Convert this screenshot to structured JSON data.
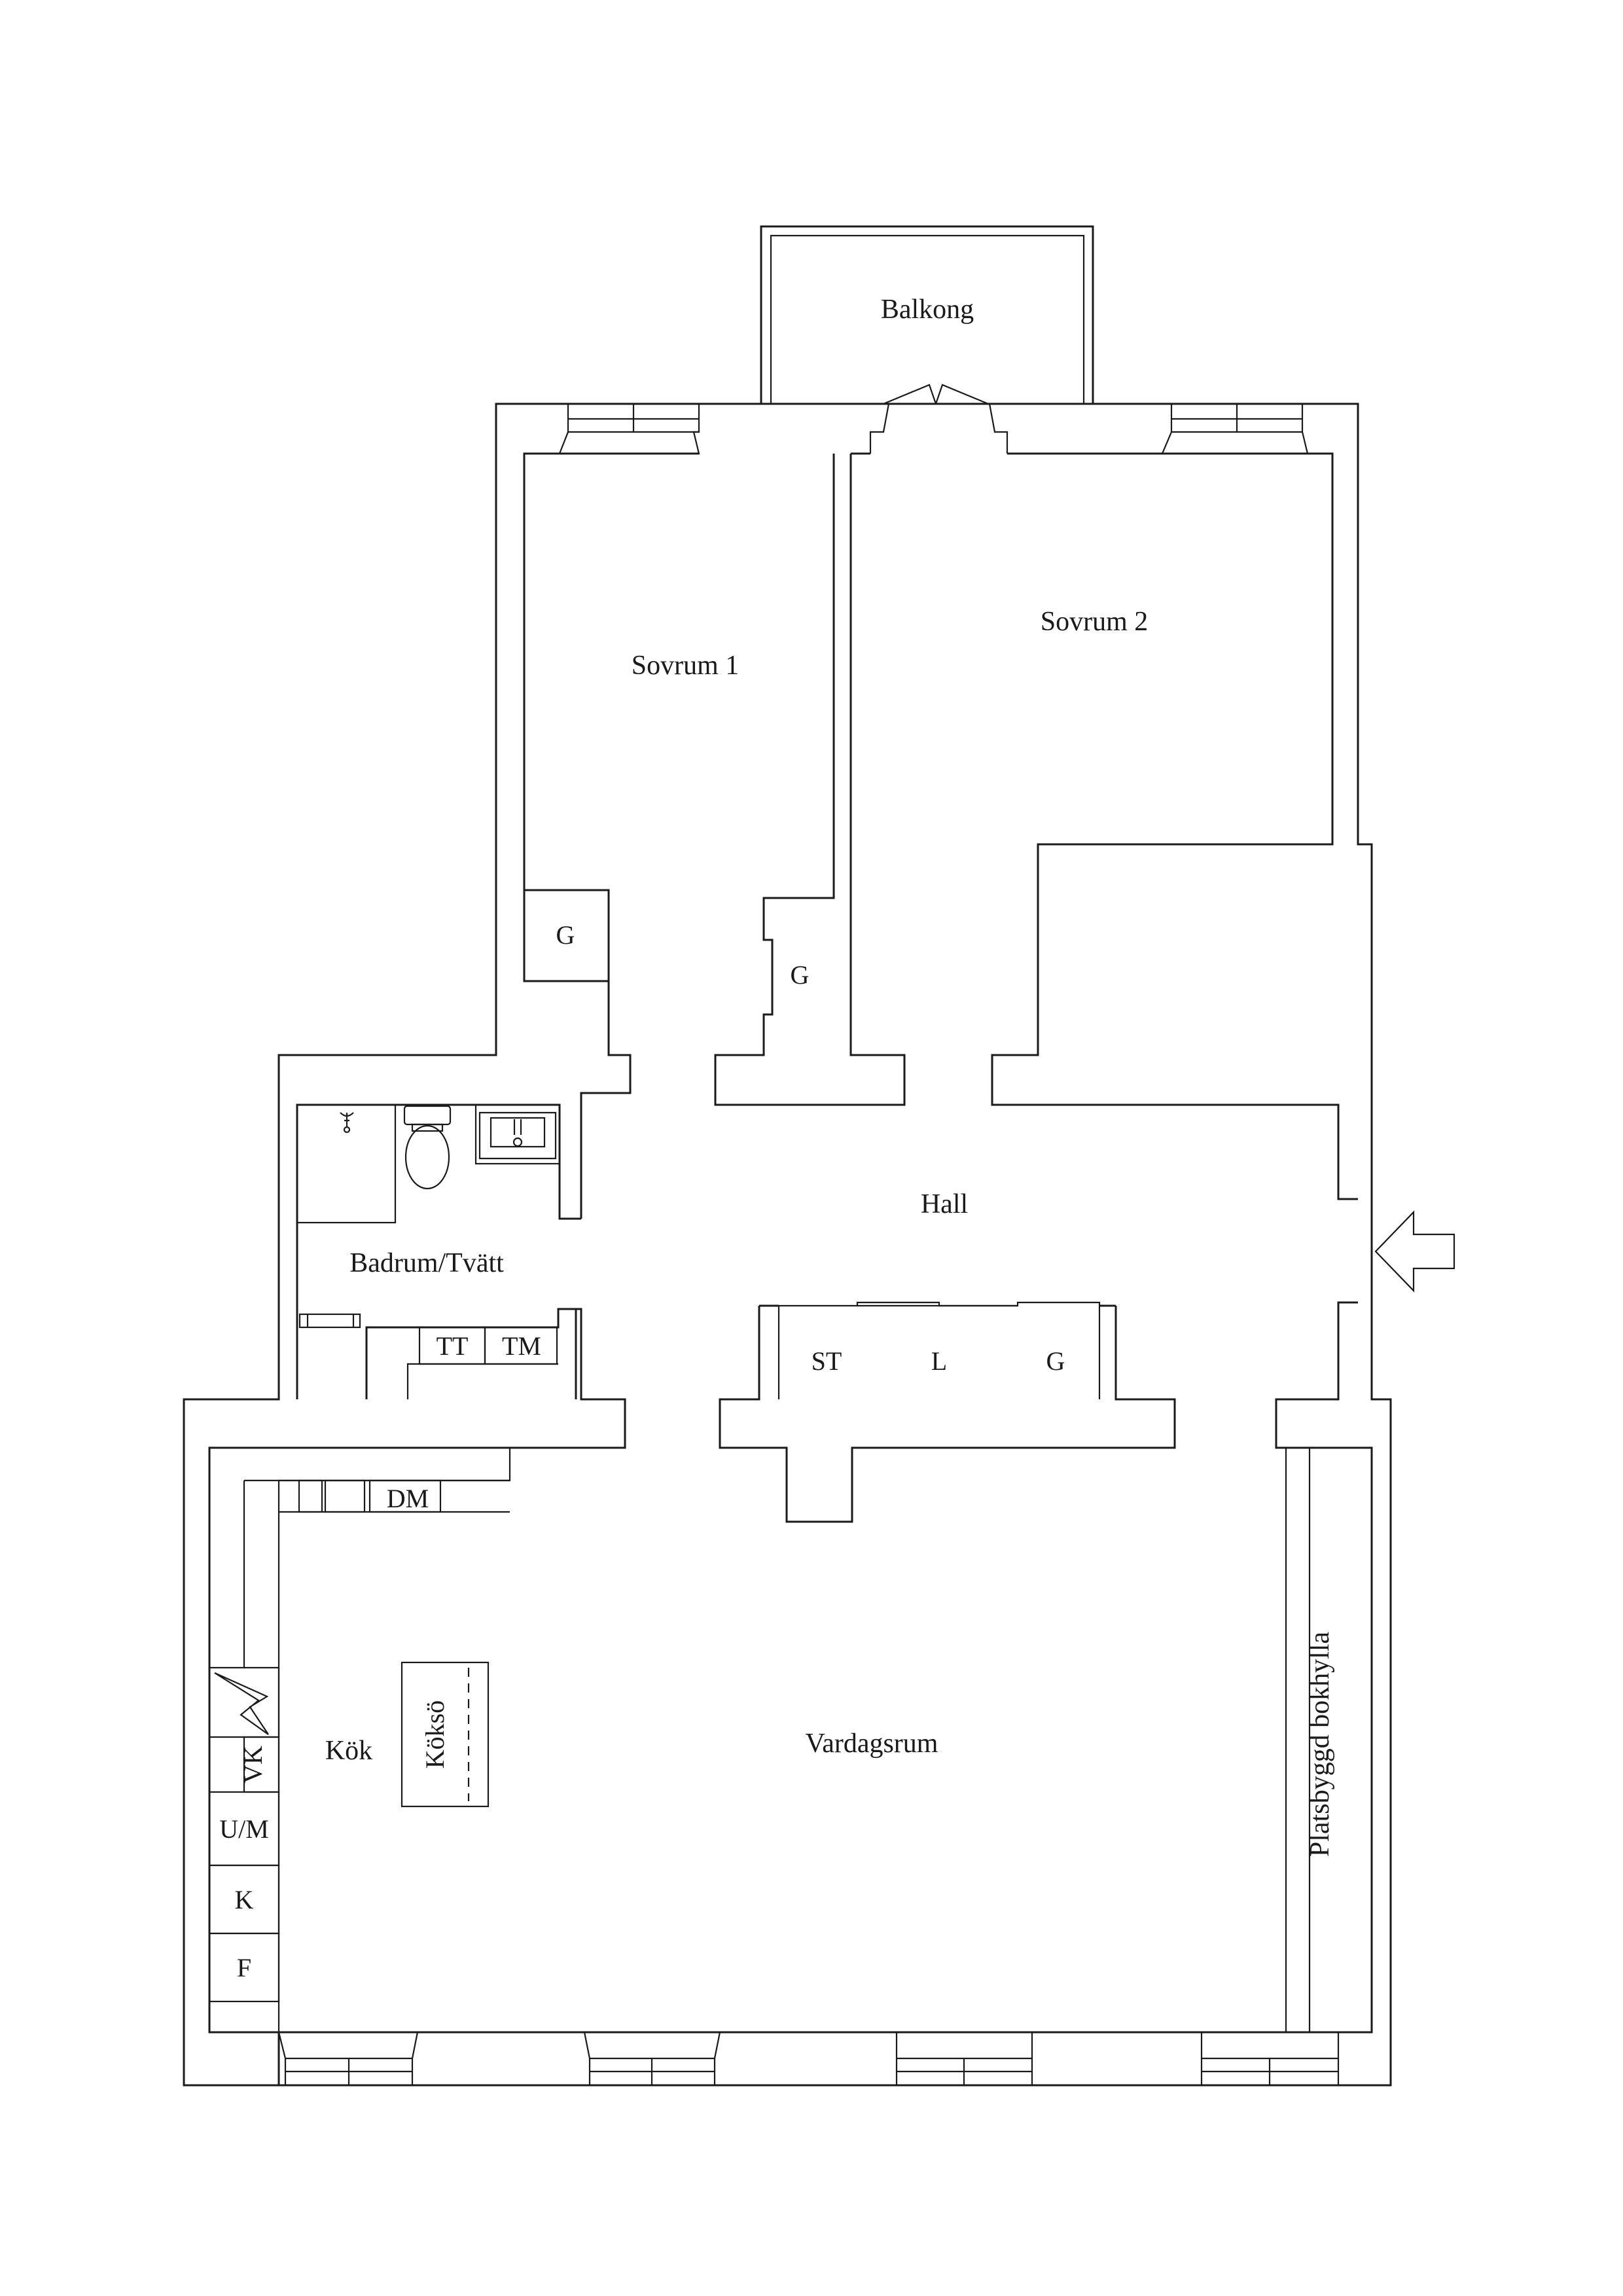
{
  "rooms": {
    "balkong": "Balkong",
    "sovrum1": "Sovrum 1",
    "sovrum2": "Sovrum 2",
    "hall": "Hall",
    "badrum": "Badrum/Tvätt",
    "kok": "Kök",
    "vardagsrum": "Vardagsrum"
  },
  "fixtures": {
    "g_sovrum1": "G",
    "g_sovrum2": "G",
    "tt": "TT",
    "tm": "TM",
    "st": "ST",
    "l": "L",
    "g_hall": "G",
    "dm": "DM",
    "vk": "VK",
    "um": "U/M",
    "k": "K",
    "f": "F",
    "kokso": "Köksö",
    "bokhylla": "Platsbyggd bokhylla"
  },
  "entrance": "entrance-arrow"
}
